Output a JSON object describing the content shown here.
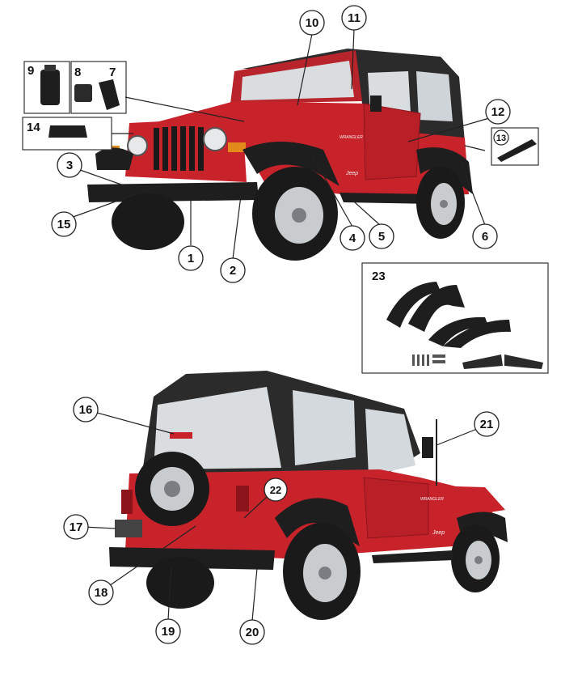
{
  "diagram": {
    "callouts": [
      "1",
      "2",
      "3",
      "4",
      "5",
      "6",
      "7",
      "8",
      "9",
      "10",
      "11",
      "12",
      "13",
      "14",
      "15",
      "16",
      "17",
      "18",
      "19",
      "20",
      "21",
      "22",
      "23"
    ],
    "inset_labels": {
      "nine": "9",
      "eight": "8",
      "seven": "7",
      "fourteen": "14",
      "thirteen": "13",
      "twentythree": "23"
    },
    "vehicle_emblems": {
      "brand": "Jeep",
      "model": "WRANGLER"
    },
    "colors": {
      "body_red": "#c8232b",
      "soft_top": "#2b2b2b",
      "plastic_black": "#1e1e1e",
      "tire": "#1a1a1a",
      "wheel_silver": "#c9ccce"
    }
  }
}
